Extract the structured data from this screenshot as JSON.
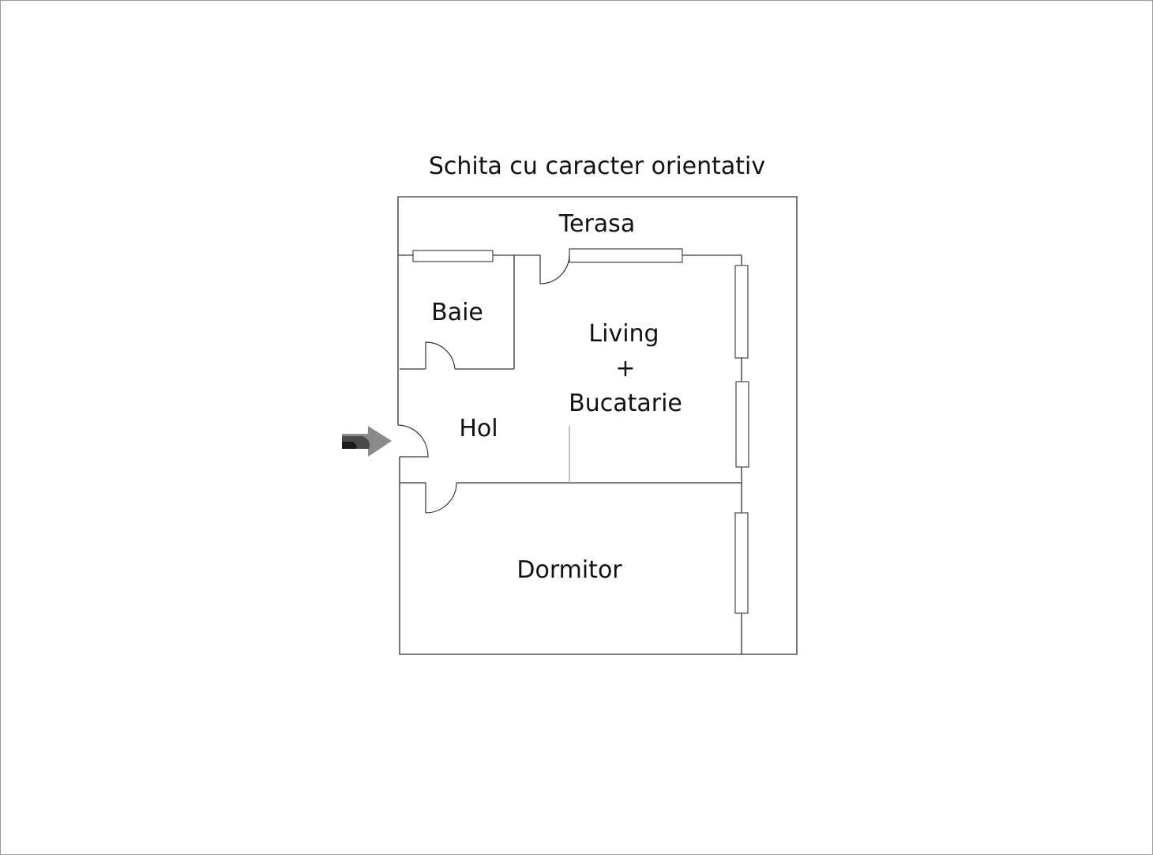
{
  "title": "Schita cu caracter orientativ",
  "rooms": {
    "terrace": "Terasa",
    "bathroom": "Baie",
    "living_line1": "Living",
    "living_plus": "+",
    "living_line2": "Bucatarie",
    "hallway": "Hol",
    "bedroom": "Dormitor"
  },
  "icons": {
    "entrance": "entrance-arrow-icon"
  }
}
